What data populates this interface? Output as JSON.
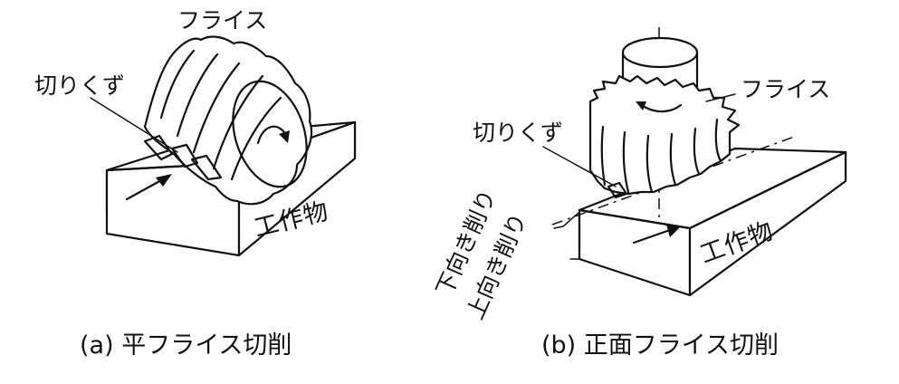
{
  "figure_a": {
    "cutter_label": "フライス",
    "chips_label": "切りくず",
    "workpiece_label": "工作物",
    "caption": "(a)  平フライス切削"
  },
  "figure_b": {
    "cutter_label": "フライス",
    "chips_label": "切りくず",
    "workpiece_label": "工作物",
    "down_cut_label": "下向き削り",
    "up_cut_label": "上向き削り",
    "caption": "(b)  正面フライス切削"
  }
}
